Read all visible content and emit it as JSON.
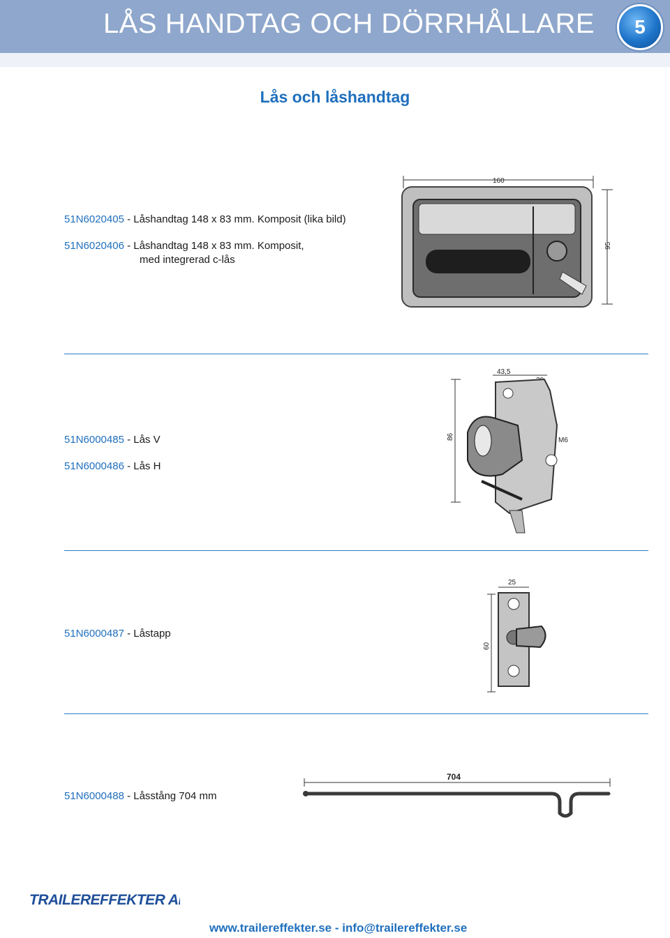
{
  "header": {
    "title": "LÅS HANDTAG OCH DÖRRHÅLLARE",
    "chapter": "5"
  },
  "section_title": "Lås och låshandtag",
  "products": [
    {
      "code": "51N6020405",
      "text": " - Låshandtag 148 x 83 mm. Komposit (lika bild)"
    },
    {
      "code": "51N6020406",
      "text": " - Låshandtag 148 x 83 mm. Komposit,",
      "text2": "med integrerad c-lås"
    },
    {
      "code": "51N6000485",
      "text": " - Lås V"
    },
    {
      "code": "51N6000486",
      "text": " - Lås H"
    },
    {
      "code": "51N6000487",
      "text": " - Låstapp"
    },
    {
      "code": "51N6000488",
      "text": " - Låsstång 704 mm"
    }
  ],
  "dimensions": {
    "handle_width": "160",
    "handle_height": "95",
    "lock_width_a": "43,5",
    "lock_width_b": "20",
    "lock_height": "86",
    "lock_thread": "M6",
    "pin_width": "25",
    "pin_height": "60",
    "rod_length": "704"
  },
  "logo_text": "TRAILEREFFEKTER AB",
  "footer": "www.trailereffekter.se - info@trailereffekter.se",
  "colors": {
    "header": "#8fa7cc",
    "accent": "#1f6fbd"
  }
}
